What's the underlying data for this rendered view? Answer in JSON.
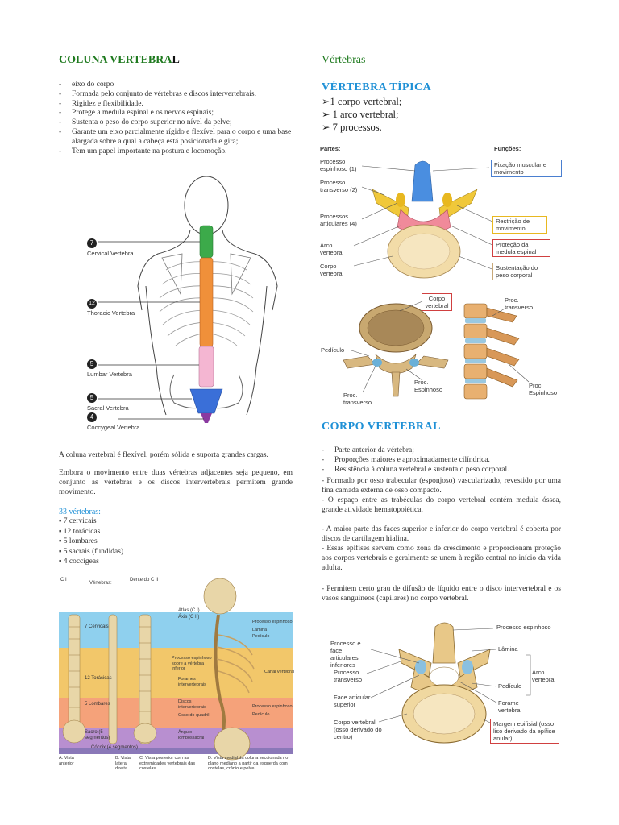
{
  "left": {
    "title_main": "COLUNA VERTEBRA",
    "title_last": "L",
    "bullets": [
      "eixo do corpo",
      "Formada pelo conjunto de vértebras e discos intervertebrais.",
      "Rigidez e flexibilidade.",
      "Protege a medula espinal e os nervos espinais;",
      "Sustenta o peso do corpo superior no nível da pelve;",
      "Garante um eixo parcialmente rígido e flexível para o corpo e uma base alargada sobre a qual a cabeça está posicionada e gira;",
      "Tem um papel importante na postura e locomoção."
    ],
    "spine_figure": {
      "regions": [
        {
          "count": "7",
          "label": "Cervical Vertebra"
        },
        {
          "count": "12",
          "label": "Thoracic Vertebra"
        },
        {
          "count": "5",
          "label": "Lumbar Vertebra"
        },
        {
          "count": "5",
          "label": "Sacral Vertebra"
        },
        {
          "count": "4",
          "label": "Coccygeal Vertebra"
        }
      ]
    },
    "para1": "A coluna vertebral é flexível, porém sólida e suporta grandes cargas.",
    "para2": "Embora o movimento entre duas vértebras adjacentes seja pequeno, em conjunto as vértebras e os discos intervertebrais permitem grande movimento.",
    "count_title": "33 vértebras:",
    "count_items": [
      "▪ 7 cervicais",
      "▪ 12 torácicas",
      "▪ 5 lombares",
      "▪ 5 sacrais (fundidas)",
      "▪ 4 coccígeas"
    ],
    "column_figure": {
      "top_labels": [
        "C I",
        "Vértebras:",
        "Dente do C II",
        "Atlas (C I)",
        "Áxis (C II)"
      ],
      "region_labels": [
        "7 Cervicais",
        "12 Torácicas",
        "5 Lombares",
        "Sacro (5 segmentos)",
        "Cóccix (4 segmentos)"
      ],
      "mid_labels": [
        "Processo espinhoso sobre a vértebra inferior",
        "Forames intervertebrais",
        "Discos intervertebrais",
        "Osso do quadril",
        "Ângulo lombossacral"
      ],
      "right_labels": [
        "Processo espinhoso",
        "Lâmina",
        "Pedículo",
        "Canal vertebral",
        "Processo espinhoso",
        "Pedículo"
      ],
      "captions": [
        "A. Vista anterior",
        "B. Vista lateral direita",
        "C. Vista posterior com as extremidades vertebrais das costelas",
        "D. Vista medial da coluna seccionada no plano mediano a partir da esquerda com costelas, crânio e pelve"
      ]
    }
  },
  "right": {
    "section_title": "Vértebras",
    "typical_title": "VÉRTEBRA TÍPICA",
    "typical_items": [
      "➢1 corpo vertebral;",
      "➢ 1 arco vertebral;",
      "➢ 7 processos."
    ],
    "parts_header": "Partes:",
    "functions_header": "Funções:",
    "parts": [
      "Processo espinhoso (1)",
      "Processo transverso (2)",
      "Processos articulares (4)",
      "Arco vertebral",
      "Corpo vertebral"
    ],
    "functions": [
      "Fixação muscular e movimento",
      "Restrição de movimento",
      "Proteção da medula espinal",
      "Sustentação do peso corporal"
    ],
    "function_colors": [
      "#4a7fd0",
      "#e8b820",
      "#d04040",
      "#c8a878"
    ],
    "fig2_labels": [
      "Corpo vertebral",
      "Proc. transverso",
      "Pedículo",
      "Proc. Espinhoso",
      "Proc. transverso",
      "Proc. Espinhoso"
    ],
    "corpo_title": "CORPO VERTEBRAL",
    "corpo_bullets": [
      "Parte anterior da vértebra;",
      "Proporções maiores e aproximadamente cilíndrica.",
      "Resistência à coluna vertebral e sustenta o peso corporal."
    ],
    "corpo_p1": "- Formado por osso trabecular (esponjoso) vascularizado, revestido por uma fina camada externa de osso compacto.",
    "corpo_p2": "- O espaço entre as trabéculas do corpo vertebral contém medula óssea, grande atividade hematopoiética.",
    "corpo_p3": "- A maior parte das faces superior e inferior do corpo vertebral é coberta por discos de cartilagem hialina.",
    "corpo_p4": "- Essas epífises servem como zona de crescimento e proporcionam proteção aos corpos vertebrais e geralmente se unem à região central no início da vida adulta.",
    "corpo_p5": "- Permitem certo grau de difusão de líquido entre o disco intervertebral e os vasos sanguíneos (capilares) no corpo vertebral.",
    "fig3_labels": {
      "left": [
        "Processo e face articulares inferiores",
        "Processo transverso",
        "Face articular superior",
        "Corpo vertebral (osso derivado do centro)"
      ],
      "right": [
        "Processo espinhoso",
        "Lâmina",
        "Pedículo",
        "Forame vertebral"
      ],
      "arco": "Arco vertebral",
      "margin_box": "Margem epifisial (osso liso derivado da epífise anular)"
    }
  }
}
